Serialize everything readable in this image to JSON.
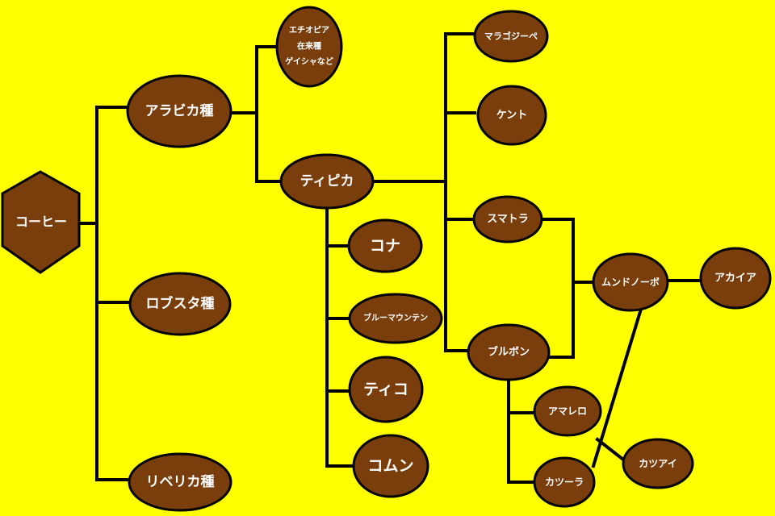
{
  "colors": {
    "background": "#FFFF00",
    "node_fill": "#7a3e0c",
    "node_text": "#ffffff",
    "line": "#000000"
  },
  "nodes": {
    "coffee": "コーヒー",
    "arabica": "アラビカ種",
    "robusta": "ロブスタ種",
    "liberica": "リベリカ種",
    "ethiopia": [
      "エチオピア",
      "在来種",
      "ゲイシャなど"
    ],
    "typica": "ティピカ",
    "kona": "コナ",
    "blue_mountain": "ブルーマウンテン",
    "tico": "ティコ",
    "comun": "コムン",
    "maragogype": "マラゴジーペ",
    "kent": "ケント",
    "sumatra": "スマトラ",
    "bourbon": "ブルボン",
    "mundo_novo": "ムンドノーボ",
    "acaia": "アカイア",
    "amarelo": "アマレロ",
    "caturra": "カツーラ",
    "catuai": "カツアイ"
  }
}
